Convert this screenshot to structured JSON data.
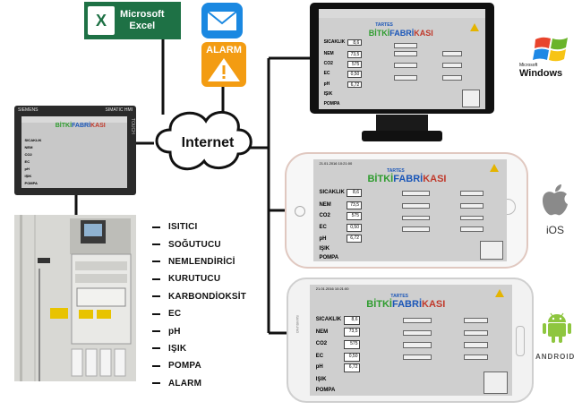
{
  "excel": {
    "line1": "Microsoft",
    "line2": "Excel",
    "icon": "excel-icon"
  },
  "alarm_label": "ALARM",
  "internet_label": "Internet",
  "hmi": {
    "brand": "SIEMENS",
    "model": "SIMATIC HMI",
    "side": "TOUCH"
  },
  "outputs": [
    "ISITICI",
    "SOĞUTUCU",
    "NEMLENDİRİCİ",
    "KURUTUCU",
    "KARBONDİOKSİT",
    "EC",
    "pH",
    "IŞIK",
    "POMPA",
    "ALARM"
  ],
  "app": {
    "date": "21.01.2016 10:21:00",
    "brand_top": "TARTES",
    "logo_a": "BİTKİ",
    "logo_b": "FABRİ",
    "logo_c": "KASI",
    "rows": [
      "SICAKLIK",
      "NEM",
      "CO2",
      "EC",
      "pH",
      "IŞIK",
      "POMPA"
    ],
    "values": [
      "8,6",
      "73,5",
      "575",
      "0,50",
      "6,72"
    ]
  },
  "os": {
    "windows": "Windows",
    "windows_small": "Microsoft",
    "ios": "iOS",
    "android": "ANDROID"
  },
  "colors": {
    "excel_green": "#1e7145",
    "mail_blue": "#1a88e1",
    "alarm_orange": "#f39c12",
    "logo_green": "#2e9c2e",
    "logo_blue": "#1a56b8",
    "logo_red": "#c0392b"
  }
}
